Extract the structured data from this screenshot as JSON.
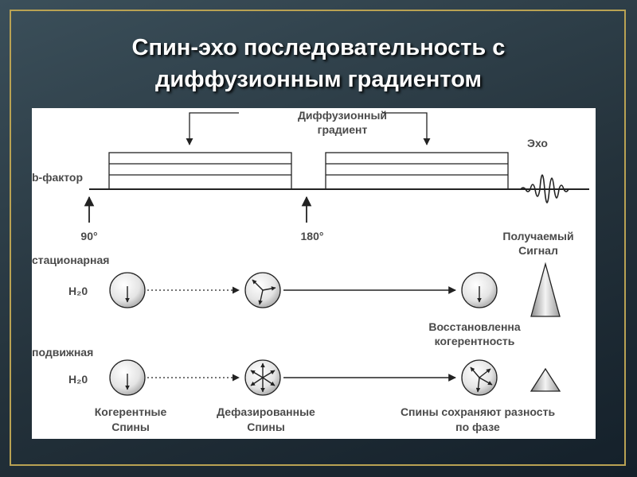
{
  "title": {
    "line1": "Спин-эхо последовательность с",
    "line2": "диффузионным градиентом"
  },
  "diagram": {
    "diffusion_gradient": [
      "Диффузионный",
      "градиент"
    ],
    "b_factor": "b-фактор",
    "echo": "Эхо",
    "pulse_90": "90°",
    "pulse_180": "180°",
    "received_signal": [
      "Получаемый",
      "Сигнал"
    ],
    "stationary": "стационарная",
    "mobile": "подвижная",
    "h2o_stationary": "H₂0",
    "h2o_mobile": "H₂0",
    "restored_coherence": [
      "Восстановленна",
      "когерентность"
    ],
    "coherent_spins": [
      "Когерентные",
      "Спины"
    ],
    "dephased_spins": [
      "Дефазированные",
      "Спины"
    ],
    "phase_difference": [
      "Спины сохраняют разность",
      "по фазе"
    ]
  },
  "colors": {
    "background": "#24323b",
    "frame": "#b9a253",
    "diagram_text": "#4a4a4a"
  }
}
